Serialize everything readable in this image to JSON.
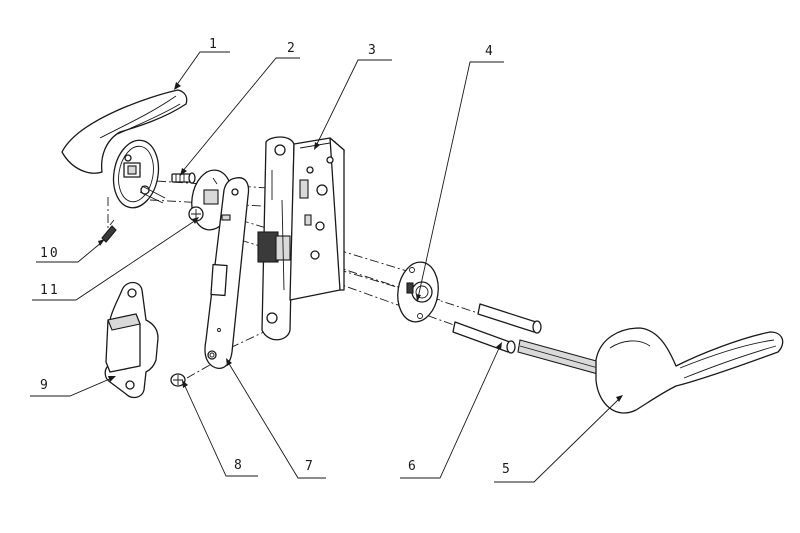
{
  "callouts": [
    {
      "id": "part-1",
      "label": "1"
    },
    {
      "id": "part-2",
      "label": "2"
    },
    {
      "id": "part-3",
      "label": "3"
    },
    {
      "id": "part-4",
      "label": "4"
    },
    {
      "id": "part-5",
      "label": "5"
    },
    {
      "id": "part-6",
      "label": "6"
    },
    {
      "id": "part-7",
      "label": "7"
    },
    {
      "id": "part-8",
      "label": "8"
    },
    {
      "id": "part-9",
      "label": "9"
    },
    {
      "id": "part-10",
      "label": "10"
    },
    {
      "id": "part-11",
      "label": "11"
    }
  ],
  "colors": {
    "line": "#1a1a1a",
    "background": "#ffffff"
  }
}
